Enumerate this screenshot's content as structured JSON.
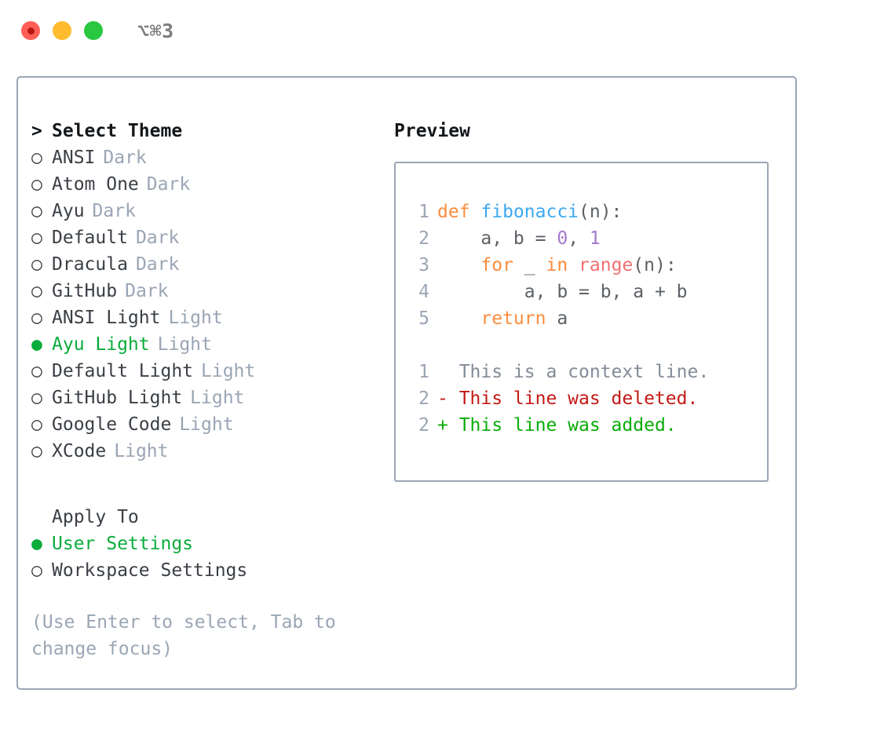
{
  "titlebar": {
    "shortcut": "⌥⌘3",
    "buttons": [
      {
        "name": "close",
        "color": "#ff5f57"
      },
      {
        "name": "minimize",
        "color": "#febc2e"
      },
      {
        "name": "zoom",
        "color": "#28c840"
      }
    ]
  },
  "theme_list": {
    "header": {
      "marker": ">",
      "label": "Select Theme"
    },
    "items": [
      {
        "marker": "○",
        "label": "ANSI",
        "tag": "Dark",
        "selected": false
      },
      {
        "marker": "○",
        "label": "Atom One",
        "tag": "Dark",
        "selected": false
      },
      {
        "marker": "○",
        "label": "Ayu",
        "tag": "Dark",
        "selected": false
      },
      {
        "marker": "○",
        "label": "Default",
        "tag": "Dark",
        "selected": false
      },
      {
        "marker": "○",
        "label": "Dracula",
        "tag": "Dark",
        "selected": false
      },
      {
        "marker": "○",
        "label": "GitHub",
        "tag": "Dark",
        "selected": false
      },
      {
        "marker": "○",
        "label": "ANSI Light",
        "tag": "Light",
        "selected": false
      },
      {
        "marker": "●",
        "label": "Ayu Light",
        "tag": "Light",
        "selected": true
      },
      {
        "marker": "○",
        "label": "Default Light",
        "tag": "Light",
        "selected": false
      },
      {
        "marker": "○",
        "label": "GitHub Light",
        "tag": "Light",
        "selected": false
      },
      {
        "marker": "○",
        "label": "Google Code",
        "tag": "Light",
        "selected": false
      },
      {
        "marker": "○",
        "label": "XCode",
        "tag": "Light",
        "selected": false
      }
    ]
  },
  "apply_to": {
    "header": {
      "marker": " ",
      "label": "Apply To"
    },
    "items": [
      {
        "marker": "●",
        "label": "User Settings",
        "selected": true
      },
      {
        "marker": "○",
        "label": "Workspace Settings",
        "selected": false
      }
    ]
  },
  "hint": "(Use Enter to select, Tab to change focus)",
  "preview": {
    "title": "Preview",
    "code_lines": [
      {
        "num": "1",
        "tokens": [
          {
            "text": "def ",
            "type": "kw"
          },
          {
            "text": "fibonacci",
            "type": "fn"
          },
          {
            "text": "(n):",
            "type": "punc"
          }
        ]
      },
      {
        "num": "2",
        "tokens": [
          {
            "text": "    a, b = ",
            "type": "var"
          },
          {
            "text": "0",
            "type": "num"
          },
          {
            "text": ", ",
            "type": "var"
          },
          {
            "text": "1",
            "type": "num"
          }
        ]
      },
      {
        "num": "3",
        "tokens": [
          {
            "text": "    ",
            "type": "var"
          },
          {
            "text": "for",
            "type": "kw"
          },
          {
            "text": " _ ",
            "type": "var"
          },
          {
            "text": "in",
            "type": "kw"
          },
          {
            "text": " ",
            "type": "var"
          },
          {
            "text": "range",
            "type": "bi"
          },
          {
            "text": "(n):",
            "type": "punc"
          }
        ]
      },
      {
        "num": "4",
        "tokens": [
          {
            "text": "        a, b = b, a + b",
            "type": "var"
          }
        ]
      },
      {
        "num": "5",
        "tokens": [
          {
            "text": "    ",
            "type": "var"
          },
          {
            "text": "return",
            "type": "kw"
          },
          {
            "text": " a",
            "type": "var"
          }
        ]
      }
    ],
    "diff_lines": [
      {
        "num": "1",
        "sign": " ",
        "text": " This is a context line.",
        "type": "ctx"
      },
      {
        "num": "2",
        "sign": "-",
        "text": " This line was deleted.",
        "type": "del"
      },
      {
        "num": "2",
        "sign": "+",
        "text": " This line was added.",
        "type": "add"
      }
    ]
  },
  "colors": {
    "border": "#9aa5b5",
    "muted": "#9aa5b5",
    "text": "#3a3f45",
    "selected": "#0aac3c",
    "keyword": "#fa8d3e",
    "function": "#3ca9f0",
    "number": "#a37acc",
    "builtin": "#f07171",
    "punctuation": "#5c6166",
    "diff_removed": "#c41a16",
    "diff_added": "#0aac0a"
  }
}
